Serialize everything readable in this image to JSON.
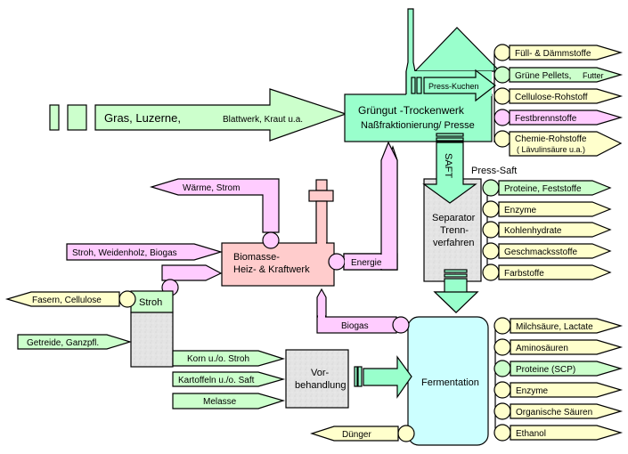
{
  "colors": {
    "green_main": "#99ffcc",
    "green_light": "#ccffcc",
    "yellow_light": "#ffffcc",
    "pink": "#ffccff",
    "salmon": "#ffcccc",
    "cyan": "#ccffff",
    "gray": "#e0e0e0"
  },
  "input_arrow": {
    "text_large": "Gras, Luzerne,",
    "text_small": "Blattwerk, Kraut u.a."
  },
  "gruengut": {
    "title": "Grüngut -Trockenwerk",
    "subtitle": "Naßfraktionierung/ Presse",
    "press_kuchen": "Press-Kuchen",
    "saft": "SAFT",
    "outputs": [
      {
        "label": "Füll- & Dämmstoffe",
        "color": "yellow"
      },
      {
        "label": "Grüne Pellets,",
        "label_small": "Futter",
        "color": "green"
      },
      {
        "label": "Cellulose-Rohstoff",
        "color": "yellow"
      },
      {
        "label": "Festbrennstoffe",
        "color": "pink"
      },
      {
        "label": "Chemie-Rohstoffe",
        "label_line2": "( Lävulinsäure u.a.)",
        "color": "yellow"
      }
    ]
  },
  "separator": {
    "press_saft": "Press-Saft",
    "line1": "Separator",
    "line2": "Trenn-",
    "line3": "verfahren",
    "outputs": [
      {
        "label": "Proteine, Feststoffe",
        "color": "green"
      },
      {
        "label": "Enzyme",
        "color": "yellow"
      },
      {
        "label": "Kohlenhydrate",
        "color": "yellow"
      },
      {
        "label": "Geschmacksstoffe",
        "color": "yellow"
      },
      {
        "label": "Farbstoffe",
        "color": "yellow"
      }
    ]
  },
  "kraftwerk": {
    "line1": "Biomasse-",
    "line2": "Heiz- & Kraftwerk",
    "waerme": "Wärme, Strom",
    "inputs_label": "Stroh, Weidenholz, Biogas",
    "energie": "Energie",
    "biogas": "Biogas"
  },
  "stroh": {
    "label": "Stroh",
    "fasern": "Fasern, Cellulose",
    "getreide": "Getreide, Ganzpfl."
  },
  "vorbehandlung": {
    "line1": "Vor-",
    "line2": "behandlung",
    "inputs": [
      "Korn  u./o. Stroh",
      "Kartoffeln u./o. Saft",
      "Melasse"
    ]
  },
  "fermentation": {
    "label": "Fermentation",
    "duenger": "Dünger",
    "outputs": [
      {
        "label": "Milchsäure, Lactate",
        "color": "yellow"
      },
      {
        "label": "Aminosäuren",
        "color": "yellow"
      },
      {
        "label": "Proteine (SCP)",
        "color": "green"
      },
      {
        "label": "Enzyme",
        "color": "yellow"
      },
      {
        "label": "Organische Säuren",
        "color": "yellow"
      },
      {
        "label": "Ethanol",
        "color": "yellow"
      }
    ]
  }
}
